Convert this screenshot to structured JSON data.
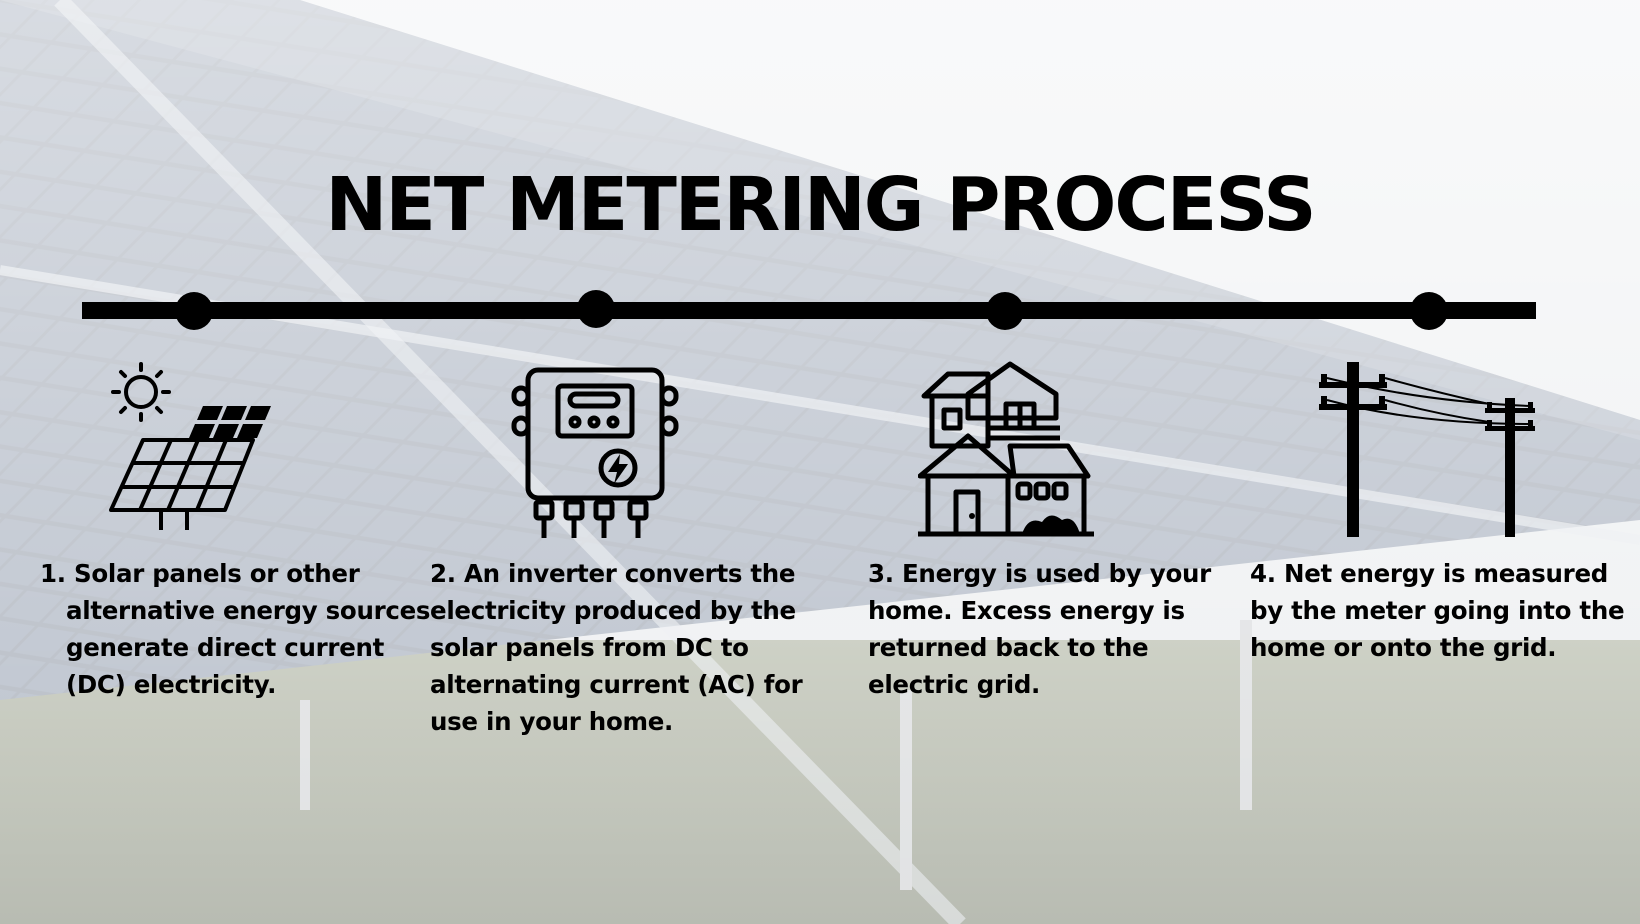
{
  "title": "NET METERING PROCESS",
  "colors": {
    "ink": "#000000",
    "sky": "#e6e8ea",
    "panel": "#2e3a4c",
    "grass": "#3d4a26"
  },
  "steps": [
    {
      "number": "1.",
      "text": "Solar panels or other alternative energy sources generate direct current (DC) electricity.",
      "icon": "solar-panel-sun-icon"
    },
    {
      "number": "2.",
      "text": "An inverter converts the electricity produced by the solar panels from DC to alternating current (AC) for use in your home.",
      "icon": "inverter-icon"
    },
    {
      "number": "3.",
      "text": "Energy is used by your home. Excess energy is returned back to the electric grid.",
      "icon": "house-icon"
    },
    {
      "number": "4.",
      "text": "Net energy is measured by the meter going into the home or onto the grid.",
      "icon": "power-lines-icon"
    }
  ]
}
